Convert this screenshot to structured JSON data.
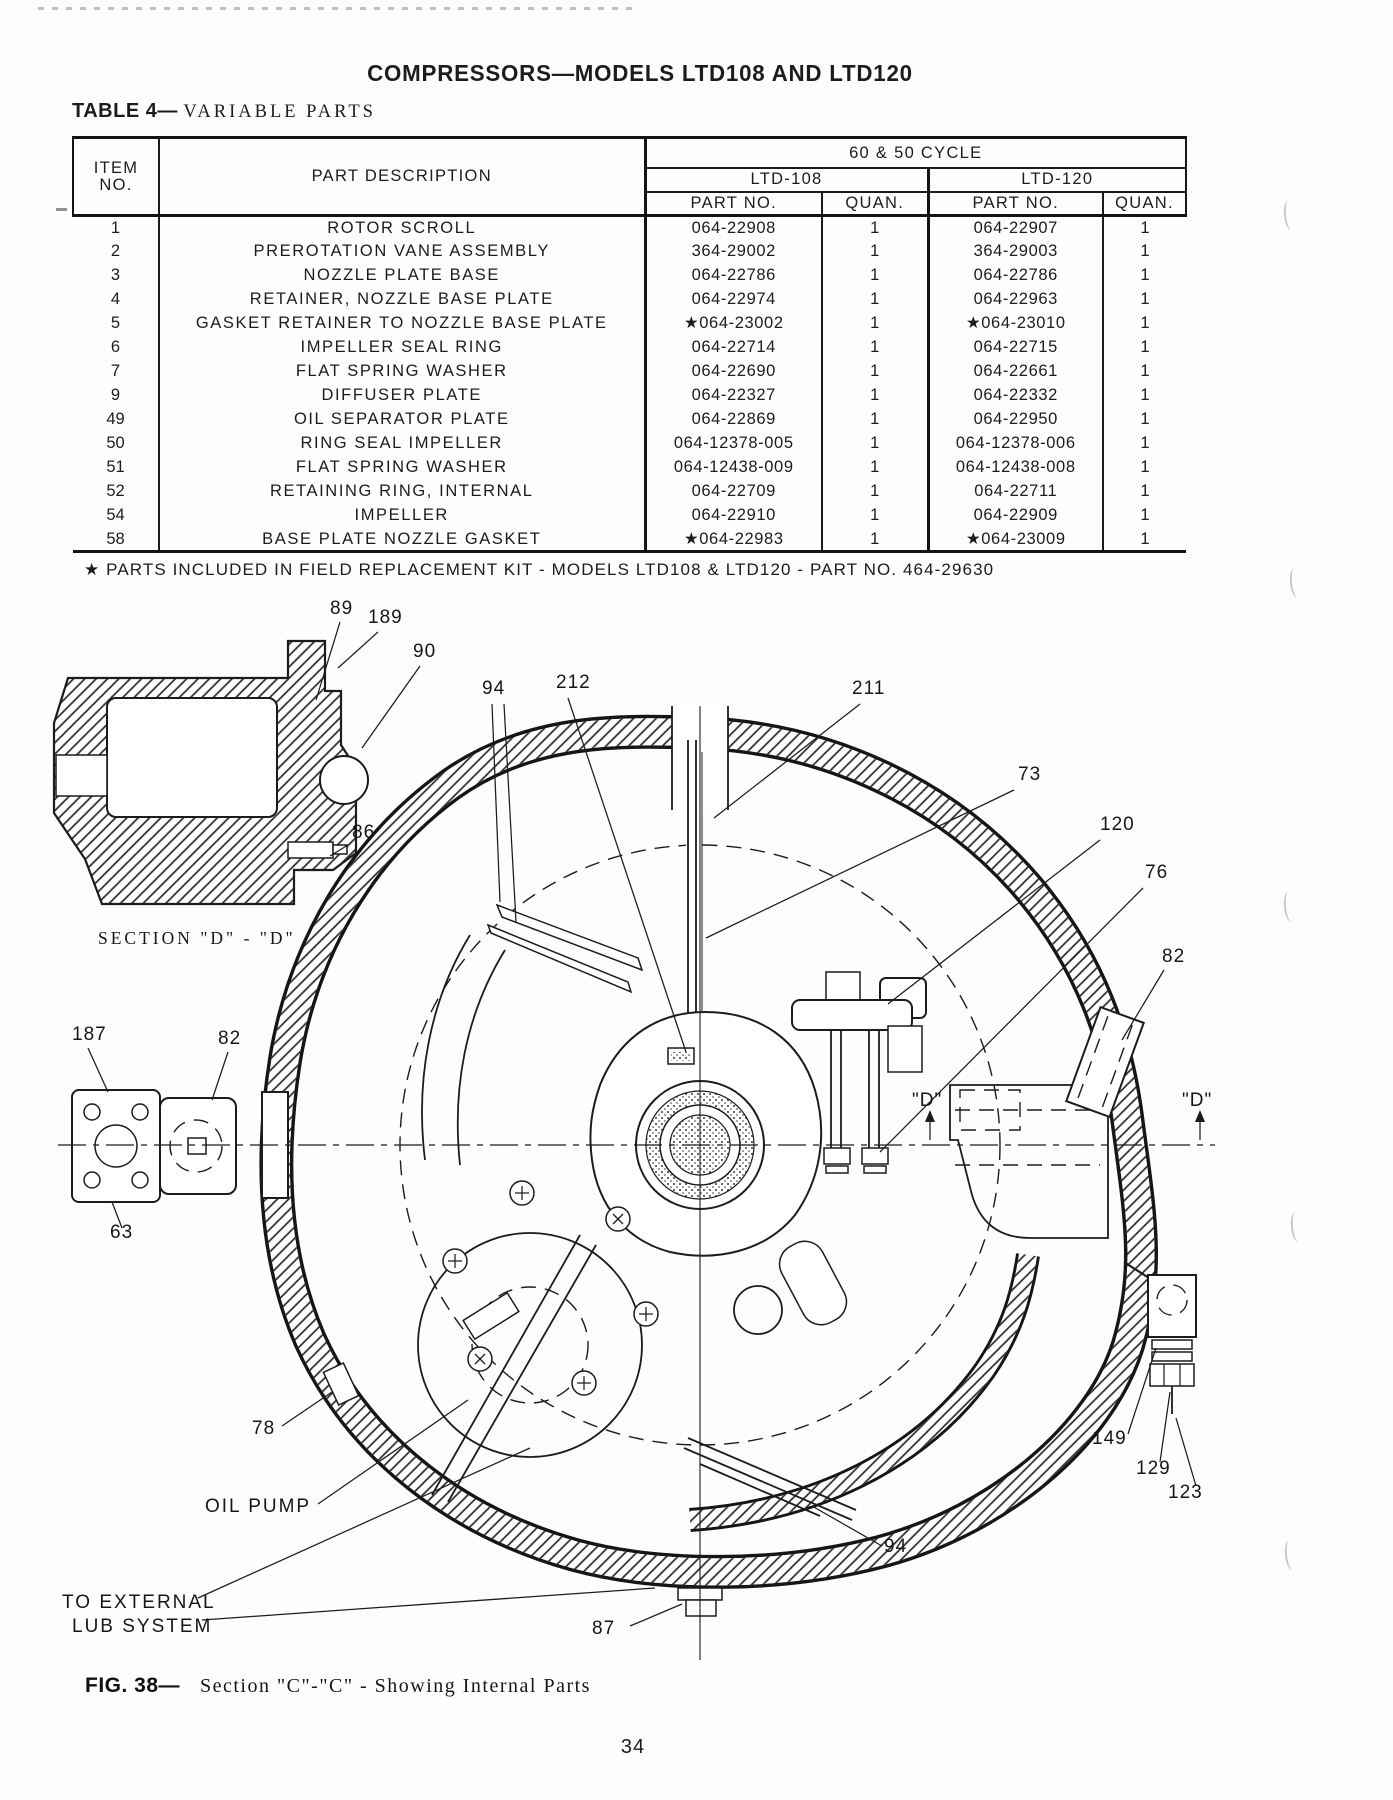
{
  "header": {
    "title": "COMPRESSORS—MODELS LTD108 AND LTD120"
  },
  "table": {
    "label": "TABLE 4—",
    "title": "VARIABLE PARTS",
    "headers": {
      "item1": "ITEM",
      "item2": "NO.",
      "description": "PART DESCRIPTION",
      "cycle": "60 & 50 CYCLE",
      "model_a": "LTD-108",
      "model_b": "LTD-120",
      "part_no": "PART NO.",
      "quan": "QUAN."
    },
    "rows": [
      {
        "item": "1",
        "desc": "ROTOR SCROLL",
        "p108": "064-22908",
        "q108": "1",
        "p120": "064-22907",
        "q120": "1"
      },
      {
        "item": "2",
        "desc": "PREROTATION VANE ASSEMBLY",
        "p108": "364-29002",
        "q108": "1",
        "p120": "364-29003",
        "q120": "1"
      },
      {
        "item": "3",
        "desc": "NOZZLE PLATE BASE",
        "p108": "064-22786",
        "q108": "1",
        "p120": "064-22786",
        "q120": "1"
      },
      {
        "item": "4",
        "desc": "RETAINER, NOZZLE BASE PLATE",
        "p108": "064-22974",
        "q108": "1",
        "p120": "064-22963",
        "q120": "1"
      },
      {
        "item": "5",
        "desc": "GASKET RETAINER TO NOZZLE BASE PLATE",
        "p108": "★064-23002",
        "q108": "1",
        "p120": "★064-23010",
        "q120": "1"
      },
      {
        "item": "6",
        "desc": "IMPELLER SEAL RING",
        "p108": "064-22714",
        "q108": "1",
        "p120": "064-22715",
        "q120": "1"
      },
      {
        "item": "7",
        "desc": "FLAT SPRING WASHER",
        "p108": "064-22690",
        "q108": "1",
        "p120": "064-22661",
        "q120": "1"
      },
      {
        "item": "9",
        "desc": "DIFFUSER PLATE",
        "p108": "064-22327",
        "q108": "1",
        "p120": "064-22332",
        "q120": "1"
      },
      {
        "item": "49",
        "desc": "OIL SEPARATOR PLATE",
        "p108": "064-22869",
        "q108": "1",
        "p120": "064-22950",
        "q120": "1"
      },
      {
        "item": "50",
        "desc": "RING SEAL IMPELLER",
        "p108": "064-12378-005",
        "q108": "1",
        "p120": "064-12378-006",
        "q120": "1"
      },
      {
        "item": "51",
        "desc": "FLAT SPRING WASHER",
        "p108": "064-12438-009",
        "q108": "1",
        "p120": "064-12438-008",
        "q120": "1"
      },
      {
        "item": "52",
        "desc": "RETAINING RING, INTERNAL",
        "p108": "064-22709",
        "q108": "1",
        "p120": "064-22711",
        "q120": "1"
      },
      {
        "item": "54",
        "desc": "IMPELLER",
        "p108": "064-22910",
        "q108": "1",
        "p120": "064-22909",
        "q120": "1"
      },
      {
        "item": "58",
        "desc": "BASE PLATE NOZZLE GASKET",
        "p108": "★064-22983",
        "q108": "1",
        "p120": "★064-23009",
        "q120": "1"
      }
    ],
    "footnote": "★ PARTS INCLUDED IN FIELD REPLACEMENT KIT - MODELS LTD108 & LTD120 - PART NO. 464-29630"
  },
  "figure": {
    "caption_label": "FIG. 38—",
    "caption_text": "Section \"C\"-\"C\" - Showing Internal Parts",
    "section_caption": "SECTION \"D\" - \"D\"",
    "callouts": {
      "n89": "89",
      "n189": "189",
      "n90": "90",
      "n86": "86",
      "n187": "187",
      "n82_left": "82",
      "n63": "63",
      "n94_top": "94",
      "n212": "212",
      "n211": "211",
      "n73": "73",
      "n120": "120",
      "n76": "76",
      "n82_right": "82",
      "d_left": "\"D\"",
      "d_right": "\"D\"",
      "n78": "78",
      "oil_pump": "OIL PUMP",
      "to_external_line1": "TO EXTERNAL",
      "to_external_line2": "LUB SYSTEM",
      "n94_bottom": "94",
      "n87": "87",
      "n149": "149",
      "n129": "129",
      "n123": "123"
    }
  },
  "page": {
    "number": "34"
  }
}
